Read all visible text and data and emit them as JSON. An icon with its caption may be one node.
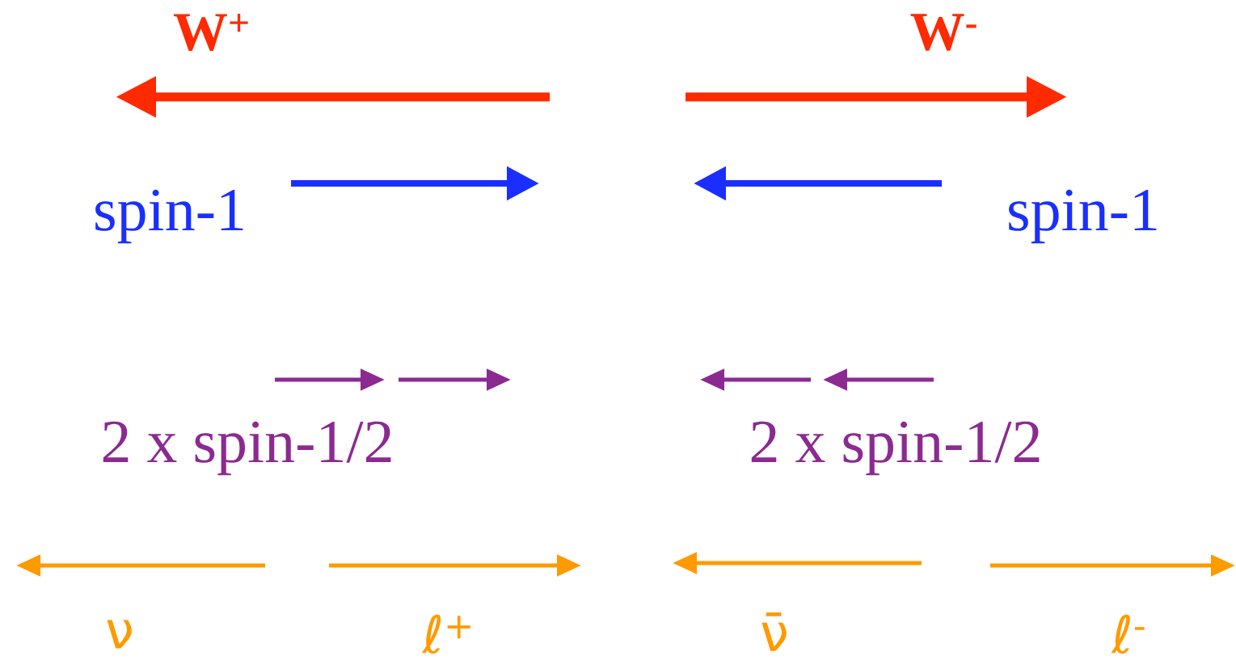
{
  "diagram": {
    "labels": [
      "W$^{+}$",
      "W$^{-}$",
      "spin-1",
      "spin-1",
      "2 x spin-1/2",
      "2 x spin-1/2",
      "ν",
      "ℓ$^{+}$",
      "ν̄",
      "ℓ$^{-}$"
    ]
  }
}
